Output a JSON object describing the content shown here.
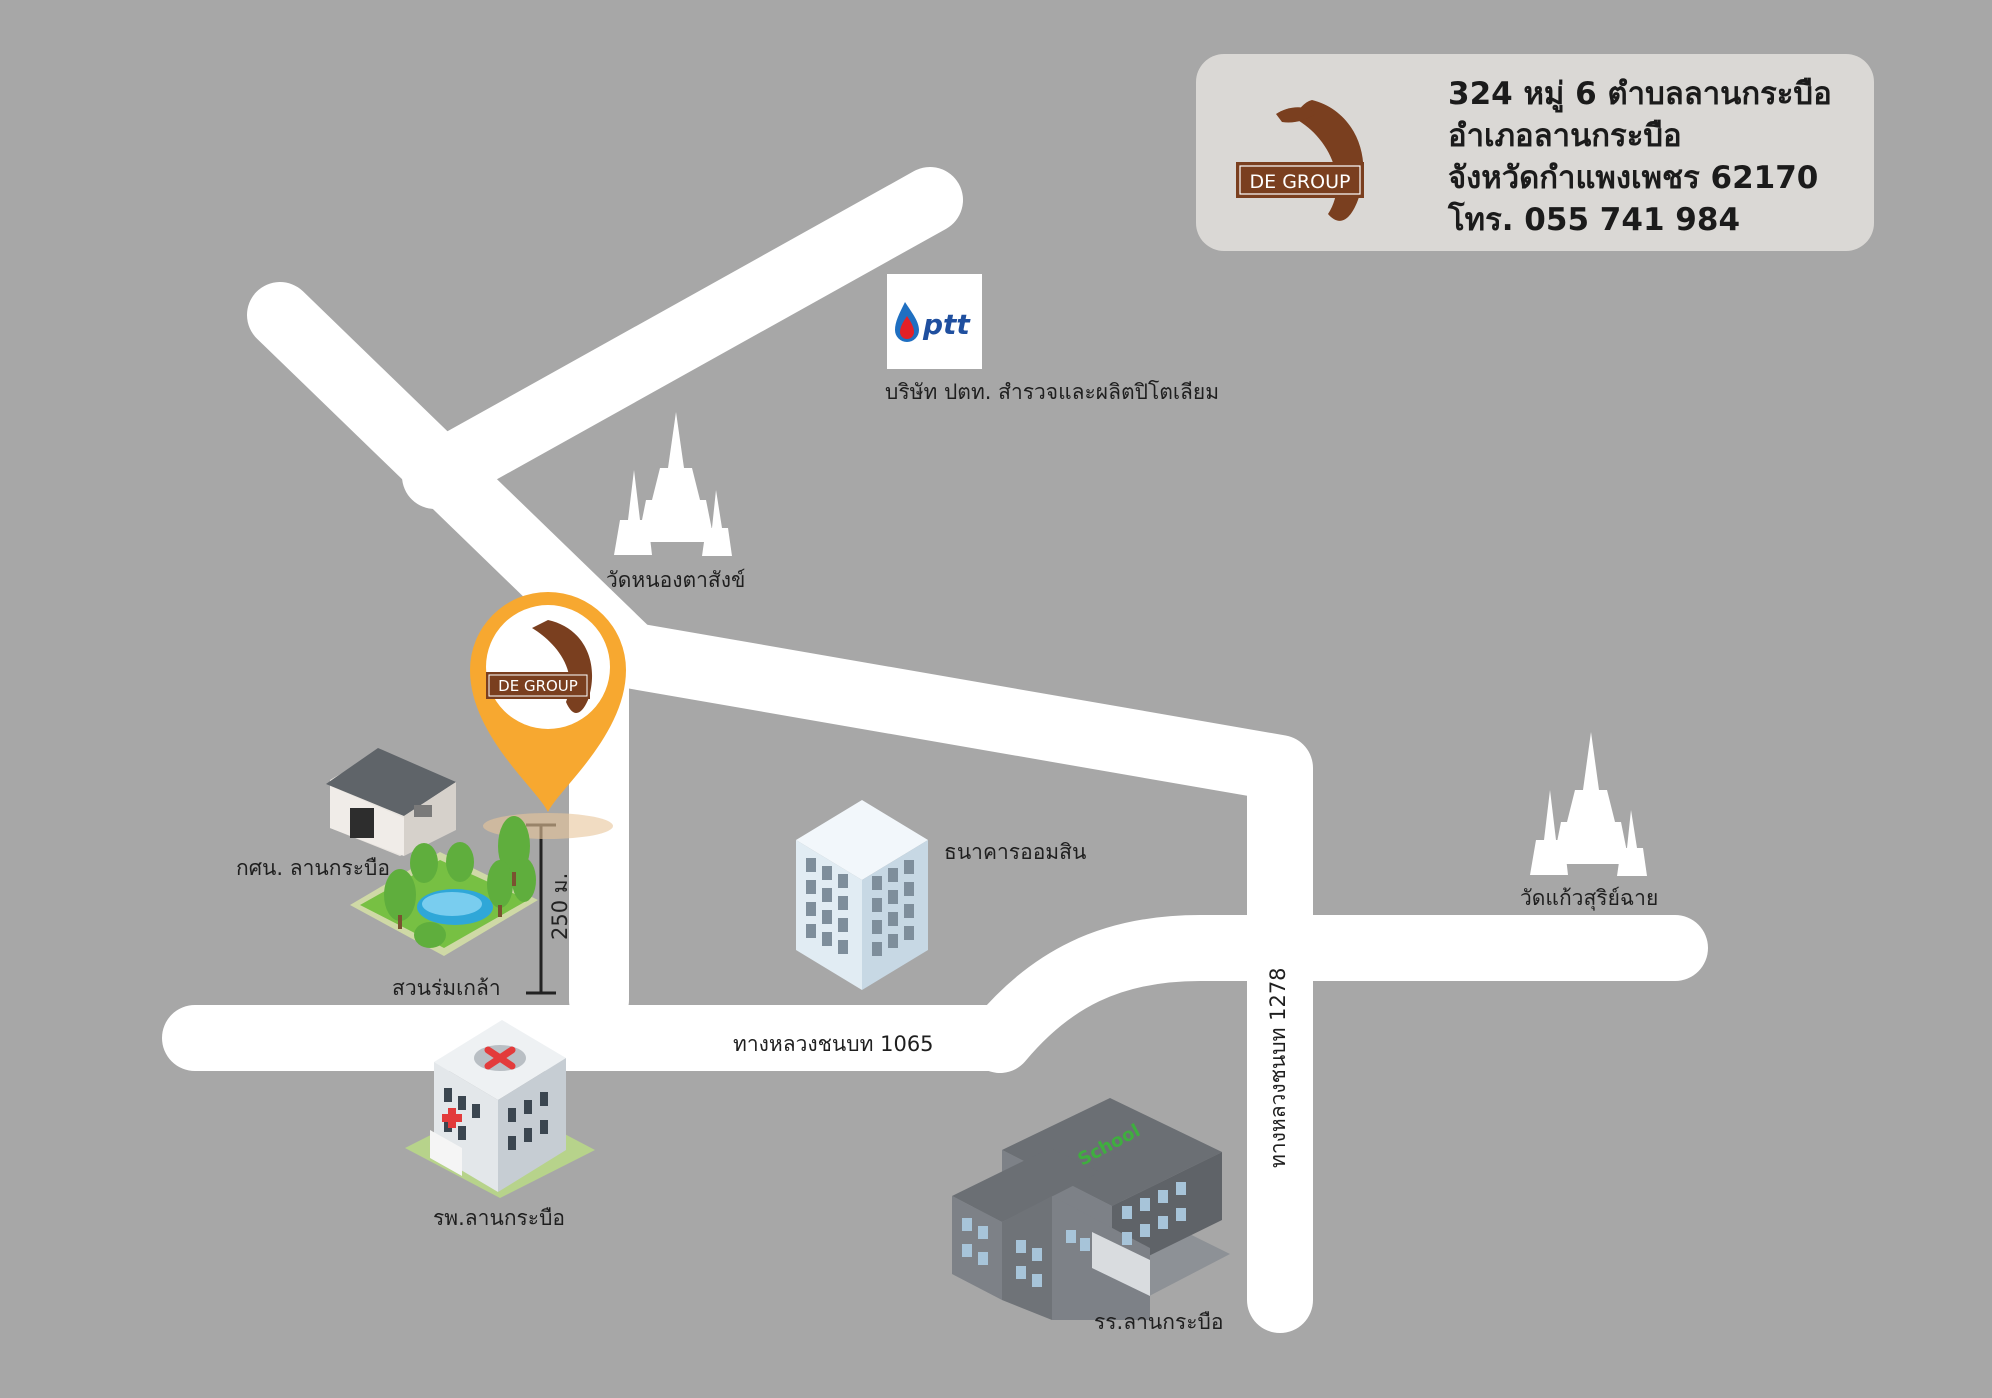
{
  "address": {
    "brand": "DE GROUP",
    "line1": "324 หมู่ 6 ตำบลลานกระบือ",
    "line2": "อำเภอลานกระบือ",
    "line3": "จังหวัดกำแพงเพชร 62170",
    "phone": "โทร. 055 741 984"
  },
  "pin": {
    "brand": "DE GROUP",
    "color": "#f7a830"
  },
  "landmarks": {
    "ptt_logo": "ptt",
    "ptt": "บริษัท ปตท. สำรวจและผลิตปิโตเลียม",
    "temple1": "วัดหนองตาสังข์",
    "temple2": "วัดแก้วสุริย์ฉาย",
    "bank": "ธนาคารออมสิน",
    "office": "กศน. ลานกระบือ",
    "park": "สวนร่มเกล้า",
    "hospital": "รพ.ลานกระบือ",
    "school": "รร.ลานกระบือ",
    "school_sign": "School"
  },
  "roads": {
    "highway_1065": "ทางหลวงชนบท 1065",
    "highway_1278": "ทางหลวงชนบท 1278"
  },
  "distance": "250 ม.",
  "colors": {
    "background": "#a7a7a7",
    "road": "#ffffff",
    "brand_brown": "#7a3f1f",
    "pin": "#f7a830"
  }
}
